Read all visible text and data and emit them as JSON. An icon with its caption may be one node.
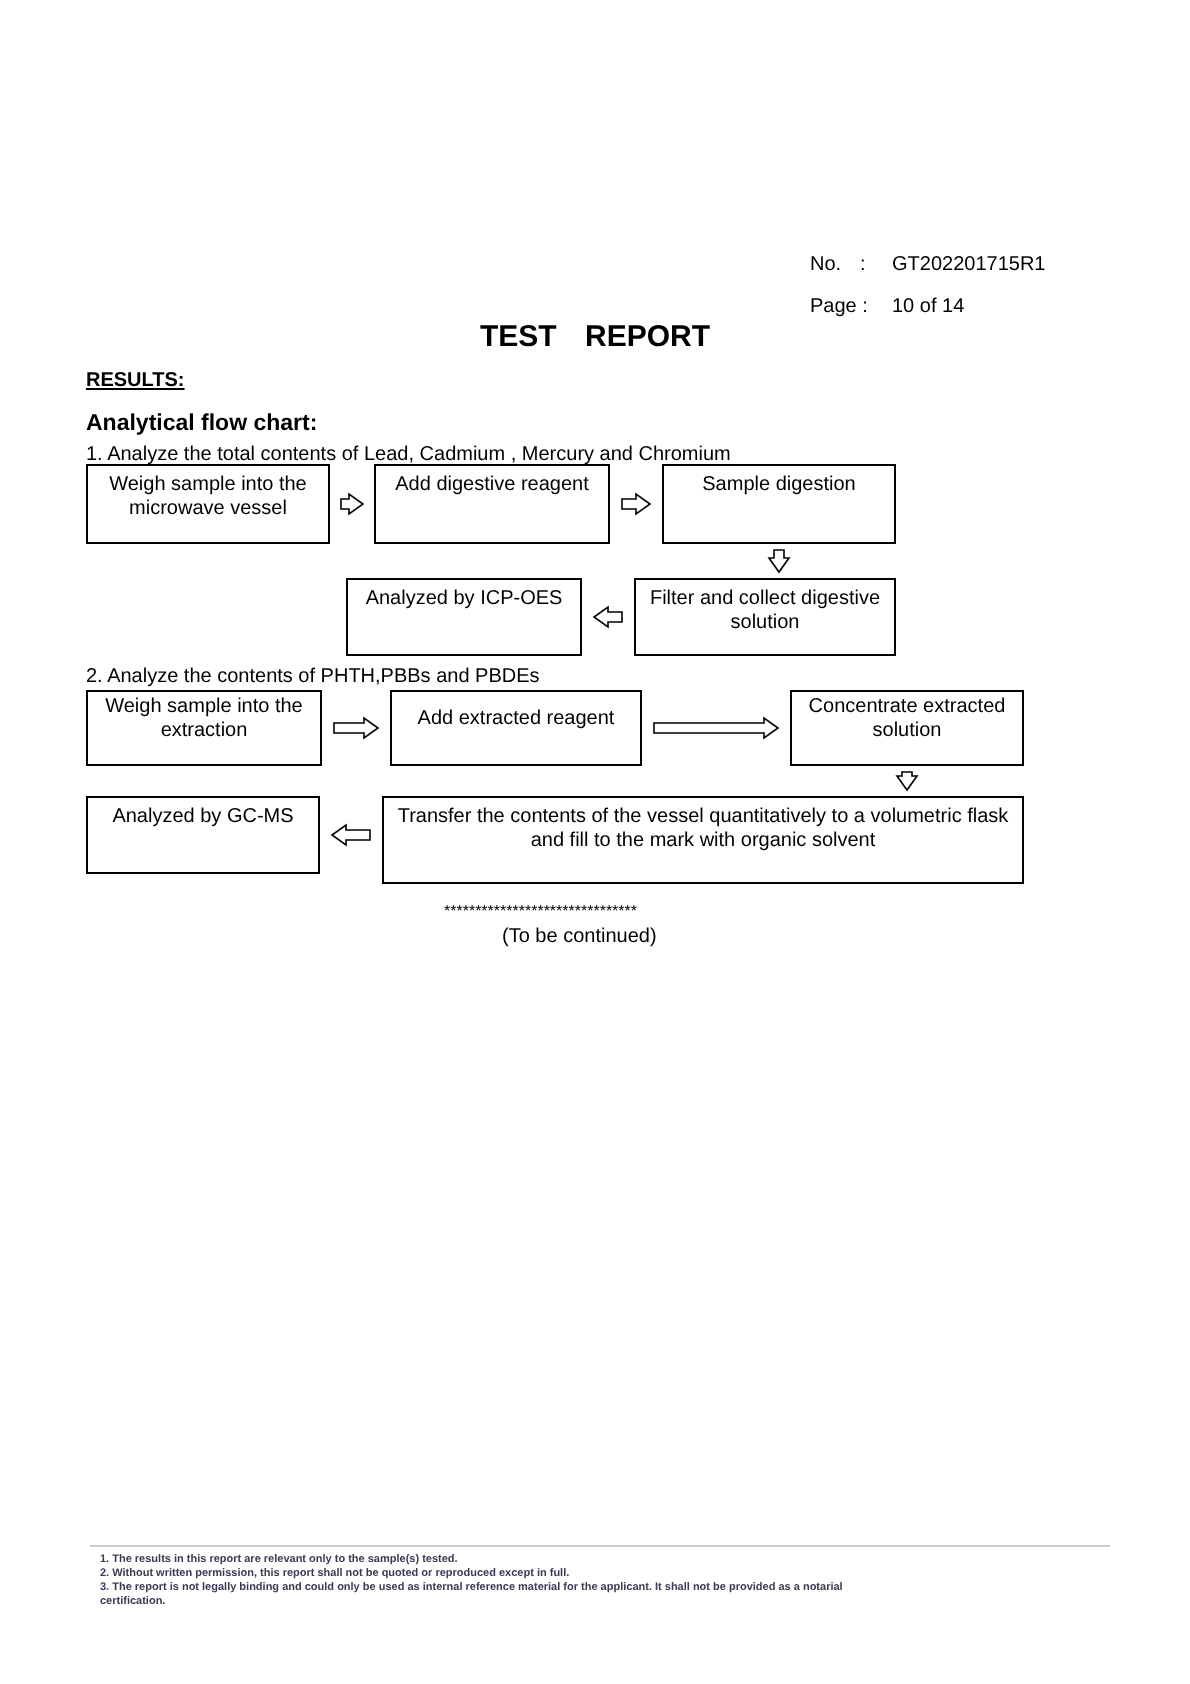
{
  "diagram": {
    "title": "TEST REPORT",
    "nodes": [
      {
        "text": [
          "Weigh sample into the microwave vessel"
        ]
      },
      {
        "text": [
          "Add digestive reagent"
        ]
      },
      {
        "text": [
          "Sample digestion"
        ]
      },
      {
        "text": [
          "Filter and collect digestive solution"
        ]
      },
      {
        "text": [
          "Analyzed by ICP-OES"
        ]
      },
      {
        "text": [
          "Weigh sample into the extraction"
        ]
      },
      {
        "text": [
          "Add extracted reagent"
        ]
      },
      {
        "text": [
          "Concentrate extracted solution"
        ]
      },
      {
        "text": [
          "Transfer the contents of the vessel quantitatively to a volumetric flask and fill to the mark with organic solvent"
        ]
      },
      {
        "text": [
          "Analyzed by GC-MS"
        ]
      }
    ],
    "edges": [
      {
        "from": 0,
        "to": 1,
        "arrow": "to"
      },
      {
        "from": 1,
        "to": 2,
        "arrow": "to"
      },
      {
        "from": 2,
        "to": 3,
        "arrow": "to"
      },
      {
        "from": 3,
        "to": 4,
        "arrow": "to"
      },
      {
        "from": 5,
        "to": 6,
        "arrow": "to"
      },
      {
        "from": 6,
        "to": 7,
        "arrow": "to"
      },
      {
        "from": 7,
        "to": 8,
        "arrow": "to"
      },
      {
        "from": 8,
        "to": 9,
        "arrow": "to"
      }
    ],
    "labels": [
      "No.",
      ":",
      "GT202201715R1",
      "Page :",
      "10 of 14",
      "RESULTS:",
      "Analytical flow chart:",
      "1. Analyze the total contents of Lead, Cadmium , Mercury and Chromium",
      "2. Analyze the contents of PHTH,PBBs and PBDEs",
      "*******************************",
      "(To be continued)",
      "1. The results in this report are relevant only to the sample(s) tested.",
      "2. Without written permission, this report shall not be quoted or reproduced except in full.",
      "3. The report is not legally binding and could only be used as internal reference material for the applicant. It shall not be provided as a notarial certification."
    ]
  }
}
